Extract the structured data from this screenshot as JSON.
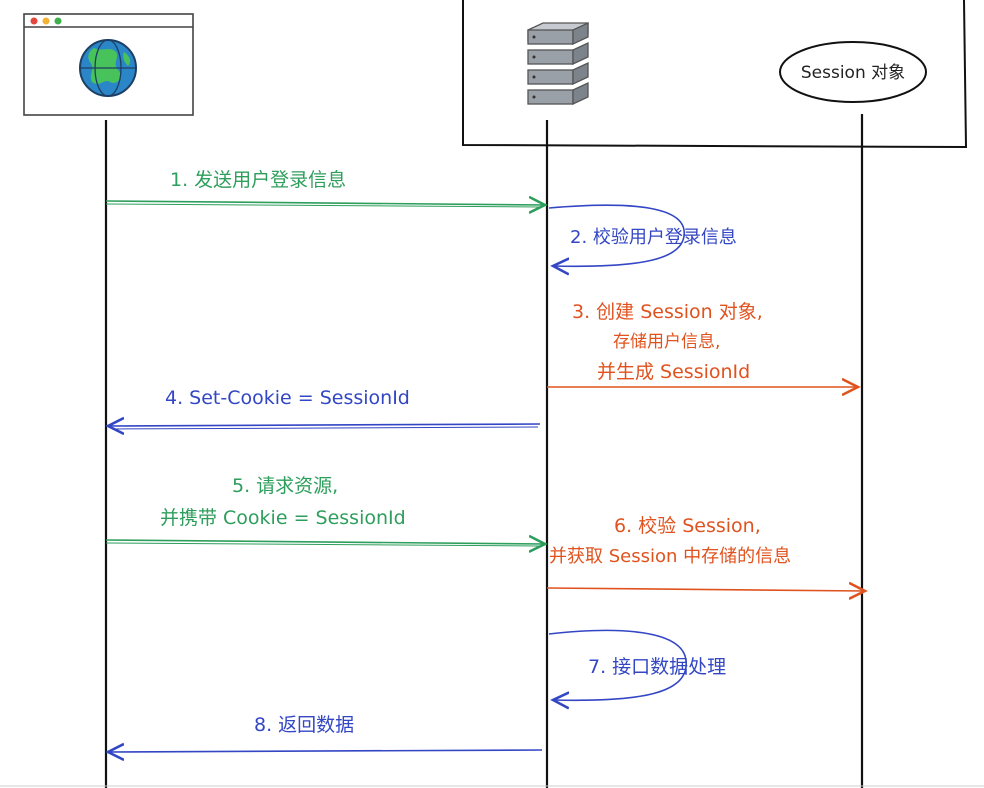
{
  "server_box": {
    "session_object_label": "Session 对象"
  },
  "steps": [
    {
      "id": "1",
      "lines": [
        "1. 发送用户登录信息"
      ],
      "color": "#2e9e5c"
    },
    {
      "id": "2",
      "lines": [
        "2. 校验用户登录信息"
      ],
      "color": "#3346c4"
    },
    {
      "id": "3",
      "lines": [
        "3. 创建 Session 对象,",
        "存储用户信息,",
        "并生成 SessionId"
      ],
      "color": "#e0531f"
    },
    {
      "id": "4",
      "lines": [
        "4. Set-Cookie = SessionId"
      ],
      "color": "#3346c4"
    },
    {
      "id": "5",
      "lines": [
        "5. 请求资源,",
        "并携带 Cookie = SessionId"
      ],
      "color": "#2e9e5c"
    },
    {
      "id": "6",
      "lines": [
        "6. 校验 Session,",
        "并获取 Session 中存储的信息"
      ],
      "color": "#e0531f"
    },
    {
      "id": "7",
      "lines": [
        "7. 接口数据处理"
      ],
      "color": "#3346c4"
    },
    {
      "id": "8",
      "lines": [
        "8. 返回数据"
      ],
      "color": "#3346c4"
    }
  ],
  "icons": {
    "browser": "browser-window-icon",
    "globe": "globe-icon",
    "server": "server-stack-icon"
  },
  "colors": {
    "green": "#2e9e5c",
    "blue": "#3346c4",
    "orange": "#e0531f",
    "lifeline": "#111111"
  }
}
